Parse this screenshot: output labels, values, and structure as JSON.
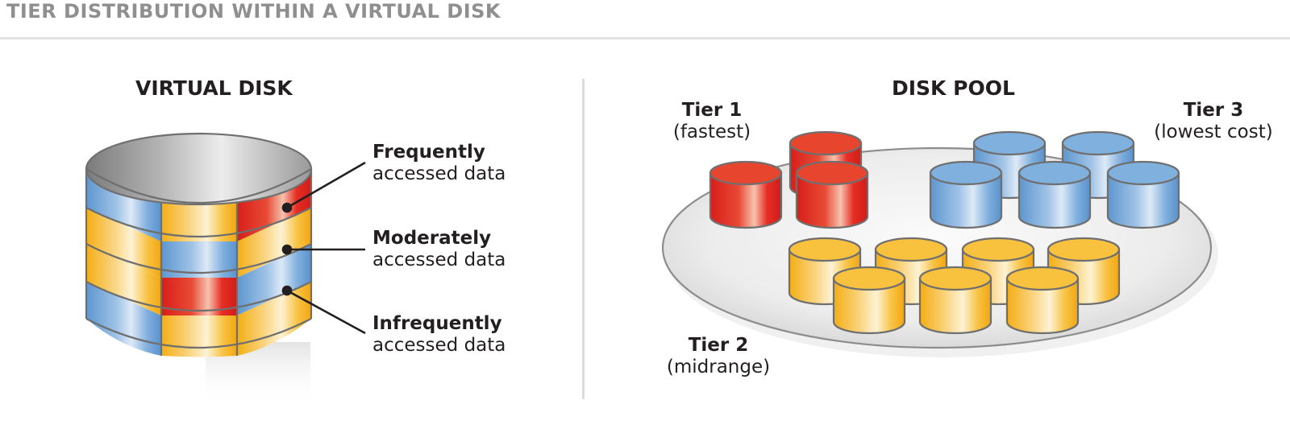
{
  "title": "TIER DISTRIBUTION WITHIN A VIRTUAL DISK",
  "virtual_disk": {
    "heading": "VIRTUAL DISK",
    "labels": [
      {
        "bold": "Frequently",
        "normal": "accessed data"
      },
      {
        "bold": "Moderately",
        "normal": "accessed data"
      },
      {
        "bold": "Infrequently",
        "normal": "accessed data"
      }
    ]
  },
  "disk_pool": {
    "heading": "DISK POOL",
    "tiers": [
      {
        "name": "Tier 1",
        "desc": "(fastest)"
      },
      {
        "name": "Tier 2",
        "desc": "(midrange)"
      },
      {
        "name": "Tier 3",
        "desc": "(lowest cost)"
      }
    ]
  },
  "colors": {
    "fast": "#e8231e",
    "mid": "#f7b21b",
    "low": "#6fa3d6",
    "outline": "#7a7a7a"
  }
}
